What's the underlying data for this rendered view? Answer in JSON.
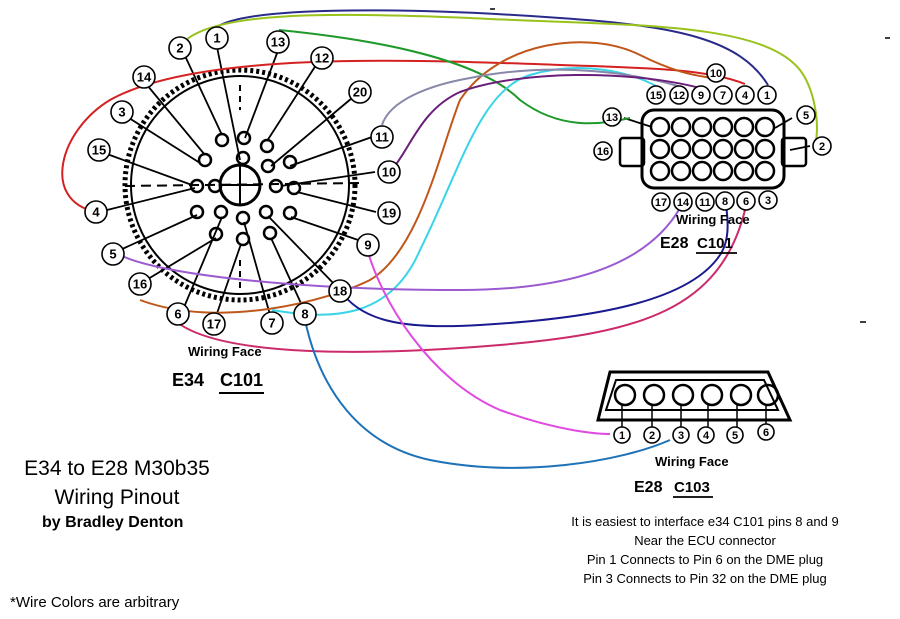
{
  "title": {
    "line1": "E34 to E28 M30b35",
    "line2": "Wiring Pinout",
    "byline": "by Bradley Denton"
  },
  "footnote": "*Wire Colors are arbitrary",
  "notes": [
    "It is easiest to interface e34 C101 pins 8 and 9",
    "Near the ECU connector",
    "Pin 1 Connects to Pin 6 on the DME plug",
    "Pin 3 Connects to Pin 32 on the DME plug"
  ],
  "connectors": {
    "e34_c101": {
      "model": "E34",
      "code": "C101",
      "face_label": "Wiring Face",
      "pins": [
        "1",
        "2",
        "3",
        "4",
        "5",
        "6",
        "7",
        "8",
        "9",
        "10",
        "11",
        "12",
        "13",
        "14",
        "15",
        "16",
        "17",
        "18",
        "19",
        "20"
      ]
    },
    "e28_c101": {
      "model": "E28",
      "code": "C101",
      "face_label": "Wiring Face",
      "pins": [
        "1",
        "2",
        "3",
        "4",
        "5",
        "6",
        "7",
        "8",
        "9",
        "10",
        "11",
        "12",
        "13",
        "14",
        "15",
        "16",
        "17"
      ]
    },
    "e28_c103": {
      "model": "E28",
      "code": "C103",
      "face_label": "Wiring Face",
      "pins": [
        "1",
        "2",
        "3",
        "4",
        "5",
        "6"
      ]
    }
  },
  "wires": [
    {
      "from": "E34 C101 pin 1",
      "to": "E28 C101 pin 1",
      "color": "#2a2a8a"
    },
    {
      "from": "E34 C101 pin 2",
      "to": "E28 C101 pin 2",
      "color": "#99c21c"
    },
    {
      "from": "E34 C101 pin 4",
      "to": "E28 C101 pin 4",
      "color": "#d42020"
    },
    {
      "from": "E34 C101 pin 13",
      "to": "E28 C101 pin 13",
      "color": "#1f9a2a"
    },
    {
      "from": "E34 C101 pin 16",
      "to": "E28 C101 pin 10",
      "color": "#c0571a"
    },
    {
      "from": "E34 C101 pin 7",
      "to": "E28 C101 pin 15",
      "color": "#3ad4e6"
    },
    {
      "from": "E34 C101 pin 11",
      "to": "E28 C101 pin 12",
      "color": "#8888aa"
    },
    {
      "from": "E34 C101 pin 10",
      "to": "E28 C101 pin 9",
      "color": "#6a1e7a"
    },
    {
      "from": "E34 C101 pin 5",
      "to": "E28 C101 pin 14",
      "color": "#9a5ad0"
    },
    {
      "from": "E34 C101 pin 18",
      "to": "E28 C101 pin 8",
      "color": "#1a1a90"
    },
    {
      "from": "E34 C101 pin 6",
      "to": "E28 C101 pin 6",
      "color": "#cc2a6a"
    },
    {
      "from": "E34 C101 pin 9",
      "to": "E28 C103 pin 1",
      "color": "#e04ae0"
    },
    {
      "from": "E34 C101 pin 8",
      "to": "E28 C103 pin 3",
      "color": "#1e72b8"
    }
  ]
}
